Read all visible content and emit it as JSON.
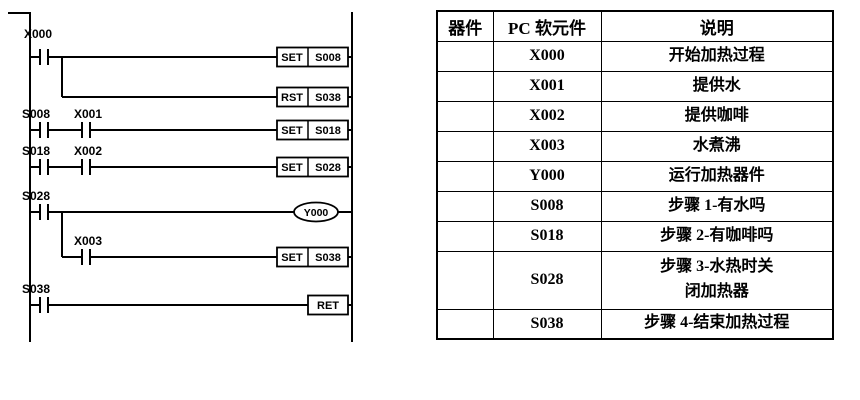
{
  "ladder": {
    "labels": {
      "x000": "X000",
      "x001": "X001",
      "x002": "X002",
      "x003": "X003",
      "s008": "S008",
      "s018": "S018",
      "s028": "S028",
      "s038": "S038"
    },
    "coil": "Y000",
    "boxes": [
      {
        "op": "SET",
        "target": "S008"
      },
      {
        "op": "RST",
        "target": "S038"
      },
      {
        "op": "SET",
        "target": "S018"
      },
      {
        "op": "SET",
        "target": "S028"
      },
      {
        "op": "SET",
        "target": "S038"
      }
    ],
    "ret_label": "RET"
  },
  "table": {
    "headers": {
      "device": "器件",
      "element": "PC 软元件",
      "description": "说明"
    },
    "rows": [
      {
        "element": "X000",
        "description": "开始加热过程"
      },
      {
        "element": "X001",
        "description": "提供水"
      },
      {
        "element": "X002",
        "description": "提供咖啡"
      },
      {
        "element": "X003",
        "description": "水煮沸"
      },
      {
        "element": "Y000",
        "description": "运行加热器件"
      },
      {
        "element": "S008",
        "description": "步骤 1-有水吗"
      },
      {
        "element": "S018",
        "description": "步骤 2-有咖啡吗"
      },
      {
        "element": "S028",
        "description": "步骤 3-水热时关\n闭加热器"
      },
      {
        "element": "S038",
        "description": "步骤 4-结束加热过程"
      }
    ]
  }
}
